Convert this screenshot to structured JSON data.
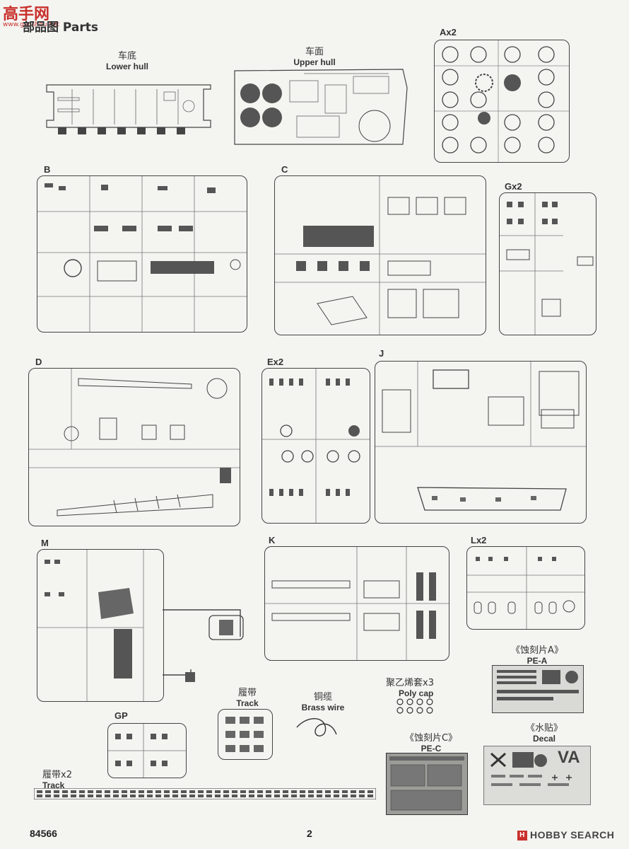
{
  "watermark": {
    "brand": "高手网",
    "url": "www.gaoshou.net"
  },
  "header": {
    "title_cn": "部品图",
    "title_en": "Parts"
  },
  "hulls": {
    "lower": {
      "cn": "车底",
      "en": "Lower hull"
    },
    "upper": {
      "cn": "车面",
      "en": "Upper hull"
    }
  },
  "sprues": {
    "A": "Ax2",
    "B": "B",
    "C": "C",
    "G": "Gx2",
    "D": "D",
    "E": "Ex2",
    "J": "J",
    "M": "M",
    "K": "K",
    "L": "Lx2",
    "GP": "GP"
  },
  "track_single": {
    "cn": "履带",
    "en": "Track"
  },
  "brass_wire": {
    "cn": "铜缆",
    "en": "Brass wire"
  },
  "poly_cap": {
    "cn": "聚乙烯套",
    "en": "Poly cap",
    "qty": "x3"
  },
  "pe_a": {
    "cn": "《蚀刻片A》",
    "en": "PE-A"
  },
  "pe_c": {
    "cn": "《蚀刻片C》",
    "en": "PE-C"
  },
  "decal": {
    "cn": "《水贴》",
    "en": "Decal",
    "logo": "VA"
  },
  "track_double": {
    "cn": "履带x2",
    "en": "Track"
  },
  "footer": {
    "code": "84566",
    "page": "2"
  },
  "hobby_search": {
    "logo": "H",
    "text": "HOBBY SEARCH"
  }
}
